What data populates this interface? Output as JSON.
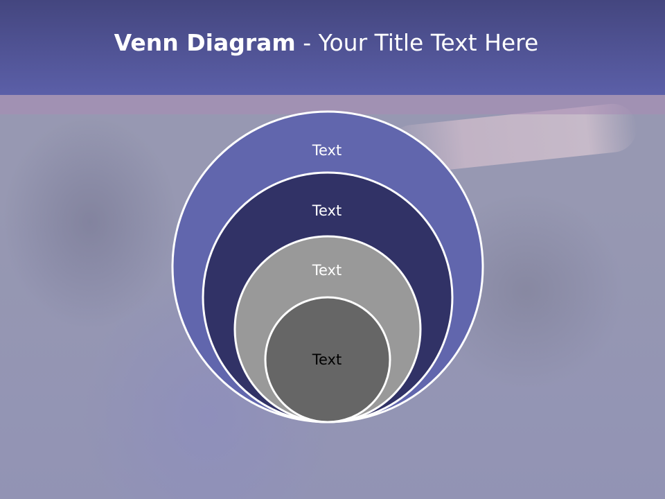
{
  "slide": {
    "title_bold": "Venn Diagram",
    "title_rest": " - Your Title Text Here"
  },
  "diagram": {
    "rings": [
      {
        "label": "Text",
        "fill": "#6166ad",
        "text_color": "#ffffff"
      },
      {
        "label": "Text",
        "fill": "#313266",
        "text_color": "#ffffff"
      },
      {
        "label": "Text",
        "fill": "#999999",
        "text_color": "#ffffff"
      },
      {
        "label": "Text",
        "fill": "#666666",
        "text_color": "#000000"
      }
    ]
  },
  "colors": {
    "header": "#5b5fa8",
    "ring_stroke": "#ffffff"
  }
}
